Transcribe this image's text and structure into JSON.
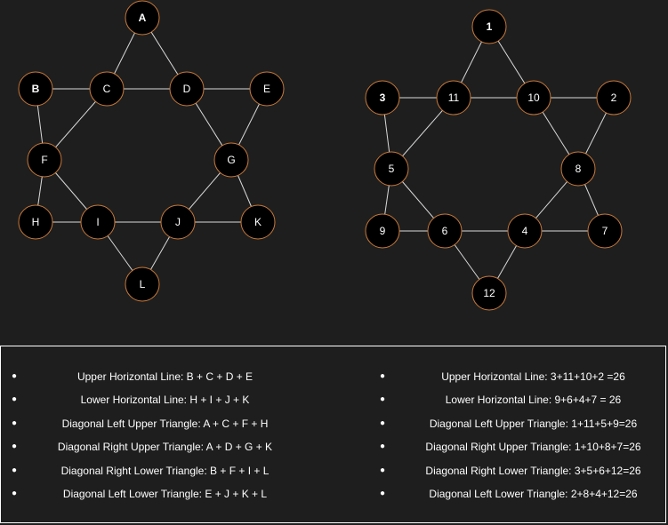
{
  "star_left": {
    "nodes": [
      {
        "id": "A",
        "label": "A",
        "bold": true
      },
      {
        "id": "B",
        "label": "B",
        "bold": true
      },
      {
        "id": "C",
        "label": "C",
        "bold": false
      },
      {
        "id": "D",
        "label": "D",
        "bold": false
      },
      {
        "id": "E",
        "label": "E",
        "bold": false
      },
      {
        "id": "F",
        "label": "F",
        "bold": false
      },
      {
        "id": "G",
        "label": "G",
        "bold": false
      },
      {
        "id": "H",
        "label": "H",
        "bold": false
      },
      {
        "id": "I",
        "label": "I",
        "bold": false
      },
      {
        "id": "J",
        "label": "J",
        "bold": false
      },
      {
        "id": "K",
        "label": "K",
        "bold": false
      },
      {
        "id": "L",
        "label": "L",
        "bold": false
      }
    ]
  },
  "star_right": {
    "nodes": [
      {
        "id": "1",
        "label": "1",
        "bold": true
      },
      {
        "id": "3",
        "label": "3",
        "bold": true
      },
      {
        "id": "11",
        "label": "11",
        "bold": false
      },
      {
        "id": "10",
        "label": "10",
        "bold": false
      },
      {
        "id": "2",
        "label": "2",
        "bold": false
      },
      {
        "id": "5",
        "label": "5",
        "bold": false
      },
      {
        "id": "8",
        "label": "8",
        "bold": false
      },
      {
        "id": "9",
        "label": "9",
        "bold": false
      },
      {
        "id": "6",
        "label": "6",
        "bold": false
      },
      {
        "id": "4",
        "label": "4",
        "bold": false
      },
      {
        "id": "7",
        "label": "7",
        "bold": false
      },
      {
        "id": "12",
        "label": "12",
        "bold": false
      }
    ]
  },
  "edge_list": [
    [
      "A",
      "C"
    ],
    [
      "A",
      "D"
    ],
    [
      "B",
      "C"
    ],
    [
      "C",
      "D"
    ],
    [
      "D",
      "E"
    ],
    [
      "C",
      "F"
    ],
    [
      "B",
      "F"
    ],
    [
      "D",
      "G"
    ],
    [
      "E",
      "G"
    ],
    [
      "F",
      "H"
    ],
    [
      "F",
      "I"
    ],
    [
      "H",
      "I"
    ],
    [
      "I",
      "J"
    ],
    [
      "J",
      "K"
    ],
    [
      "G",
      "J"
    ],
    [
      "G",
      "K"
    ],
    [
      "I",
      "L"
    ],
    [
      "J",
      "L"
    ]
  ],
  "legend": {
    "left": [
      "Upper Horizontal Line: B + C + D + E",
      "Lower Horizontal Line: H + I + J + K",
      "Diagonal Left Upper Triangle: A + C + F + H",
      "Diagonal Right Upper Triangle: A + D + G + K",
      "Diagonal Right Lower Triangle: B + F + I + L",
      "Diagonal Left Lower Triangle: E + J + K + L"
    ],
    "right": [
      "Upper Horizontal Line: 3+11+10+2 =26",
      "Lower Horizontal Line: 9+6+4+7 = 26",
      "Diagonal Left Upper Triangle: 1+11+5+9=26",
      "Diagonal Right Upper Triangle: 1+10+8+7=26",
      "Diagonal Right Lower Triangle: 3+5+6+12=26",
      "Diagonal Left Lower Triangle: 2+8+4+12=26"
    ]
  },
  "colors": {
    "background": "#1e1e1e",
    "node_fill": "#000000",
    "node_stroke": "#c8793a",
    "edge": "#d9d9d9",
    "text": "#ffffff"
  }
}
